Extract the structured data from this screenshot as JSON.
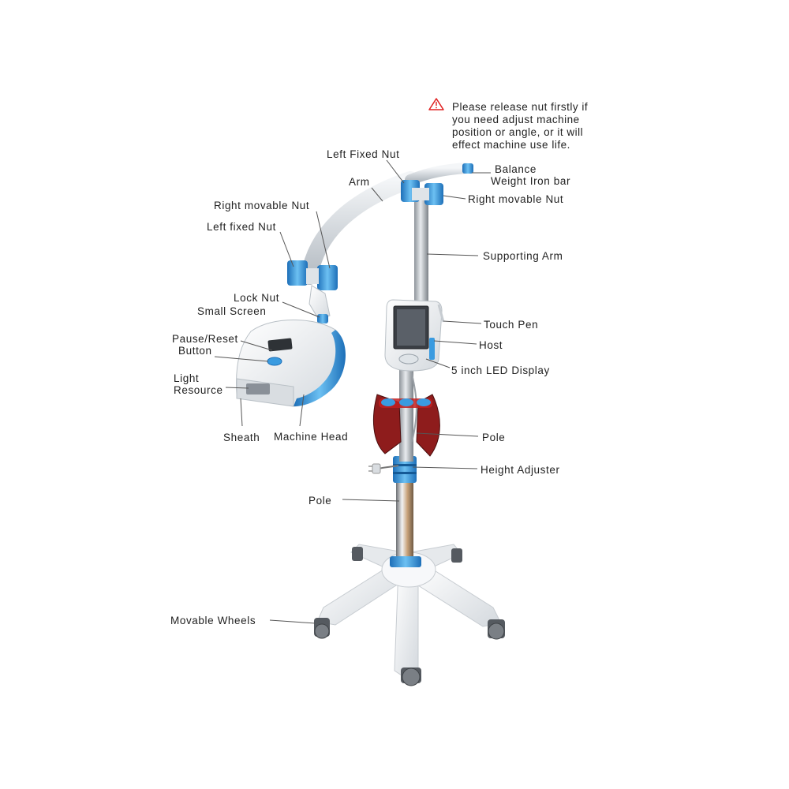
{
  "warning": {
    "icon": "warning-triangle-icon",
    "icon_color": "#e02020",
    "lines": [
      "Please release nut firstly if",
      "you need adjust machine",
      "position or angle, or it will",
      "effect machine use life."
    ]
  },
  "labels": {
    "left_fixed_nut_top": "Left Fixed Nut",
    "balance_line1": "Balance",
    "balance_line2": "Weight  Iron bar",
    "arm": "Arm",
    "right_movable_nut_right": "Right movable Nut",
    "right_movable_nut_left": "Right  movable Nut",
    "left_fixed_nut_left": "Left  fixed Nut",
    "supporting_arm": "Supporting  Arm",
    "lock_nut": "Lock Nut",
    "small_screen": "Small  Screen",
    "touch_pen": "Touch Pen",
    "pause_line1": "Pause/Reset",
    "pause_line2": "Button",
    "host": "Host",
    "led_display": "5 inch LED Display",
    "light_line1": "Light",
    "light_line2": "Resource",
    "sheath": "Sheath",
    "machine_head": "Machine Head",
    "pole_upper": "Pole",
    "height_adjuster": "Height  Adjuster",
    "pole_lower": "Pole",
    "movable_wheels": "Movable  Wheels"
  },
  "colors": {
    "accent_blue": "#3a9be0",
    "body_white": "#f2f4f6",
    "pole_gray": "#a9aeb4",
    "holder_red": "#b02020",
    "leader_line": "#555555"
  }
}
